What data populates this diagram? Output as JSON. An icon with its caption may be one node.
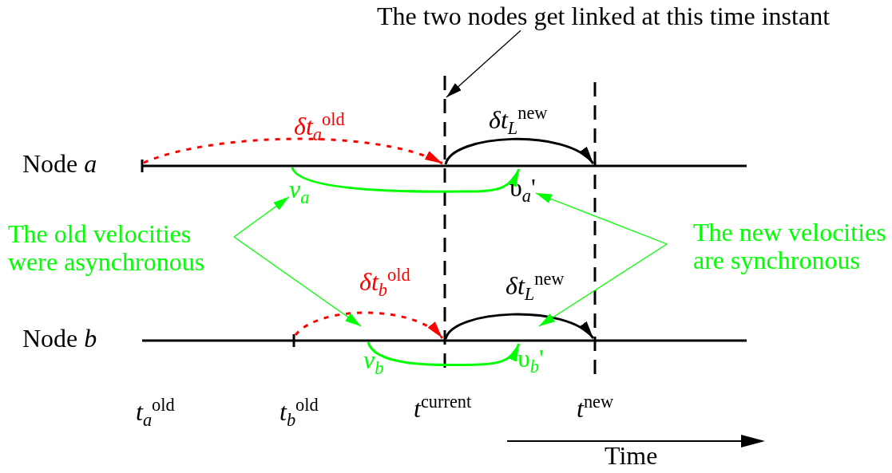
{
  "diagram": {
    "nodes": [
      {
        "text": [
          "The two nodes get linked at this time instant"
        ]
      },
      {
        "text": [
          "*v*$_{a}$"
        ]
      },
      {
        "text": [
          "υ$_{a}$'"
        ]
      },
      {
        "text": [
          "The old velocities were asynchronous"
        ]
      },
      {
        "text": [
          "The new velocities are synchronous"
        ]
      }
    ],
    "edges": [
      {
        "from": 0,
        "to": null,
        "arrow": "to",
        "color": "#000000"
      },
      {
        "from": 3,
        "to": 1,
        "arrow": "to"
      },
      {
        "from": 3,
        "to": null,
        "arrow": "to"
      },
      {
        "from": 4,
        "to": 2,
        "arrow": "to"
      },
      {
        "from": 4,
        "to": null,
        "arrow": "to"
      }
    ],
    "labels": [
      "*δt*$_{a}$$^{old}$",
      "*δt*$_{L}$$^{new}$",
      "Node *a*",
      "*δt*$_{b}$$^{old}$",
      "*δt*$_{L}$$^{new}$",
      "Node *b*",
      "*v*$_{b}$",
      "υ$_{b}$'",
      "*t*$_{a}$$^{old}$",
      "*t*$_{b}$$^{old}$",
      "*t*$^{current}$",
      "*t*$^{new}$",
      "Time"
    ]
  }
}
